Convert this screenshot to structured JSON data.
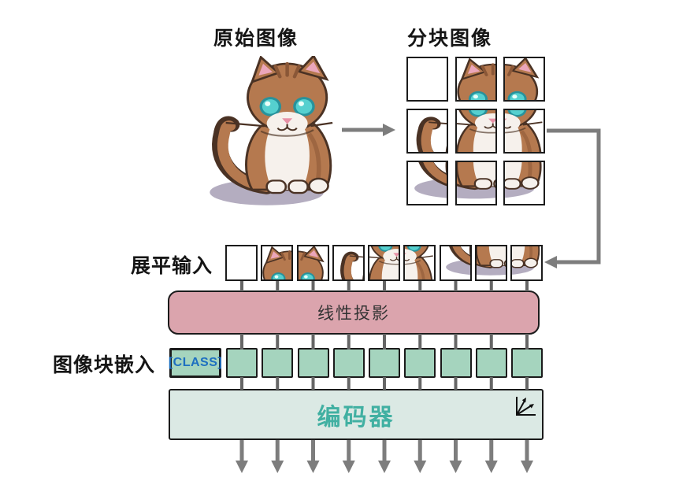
{
  "titles": {
    "original": "原始图像",
    "patched": "分块图像"
  },
  "labels": {
    "flatten": "展平输入",
    "embedding": "图像块嵌入"
  },
  "boxes": {
    "linear_projection": {
      "label": "线性投影",
      "fill": "#dba4ad",
      "text_color": "#333333"
    },
    "class_token": {
      "label": "[CLASS]",
      "fill": "#a5d4be",
      "text_color": "#1d6fc1"
    },
    "encoder": {
      "label": "编码器",
      "fill": "#dbe9e4",
      "text_color": "#41b0a2"
    }
  },
  "patched_grid": {
    "rows": 3,
    "cols": 3
  },
  "flatten_row": {
    "num_patches": 9
  },
  "embedding_row": {
    "num_patch_tokens": 9
  },
  "encoder_outputs": {
    "num_arrows": 9
  },
  "icons": {
    "encoder_corner": "fan-out-arrows-icon"
  },
  "colors": {
    "arrow_gray": "#7d7d7d",
    "connector_gray": "#666666",
    "box_border": "#1b1b1b",
    "cat_body": "#b5794f",
    "cat_outline": "#4a3224",
    "cat_white": "#f6f1ec",
    "cat_ear_pink": "#eba6ba",
    "cat_eye_teal": "#55d0cf",
    "cat_shadow": "#a79fb5"
  }
}
